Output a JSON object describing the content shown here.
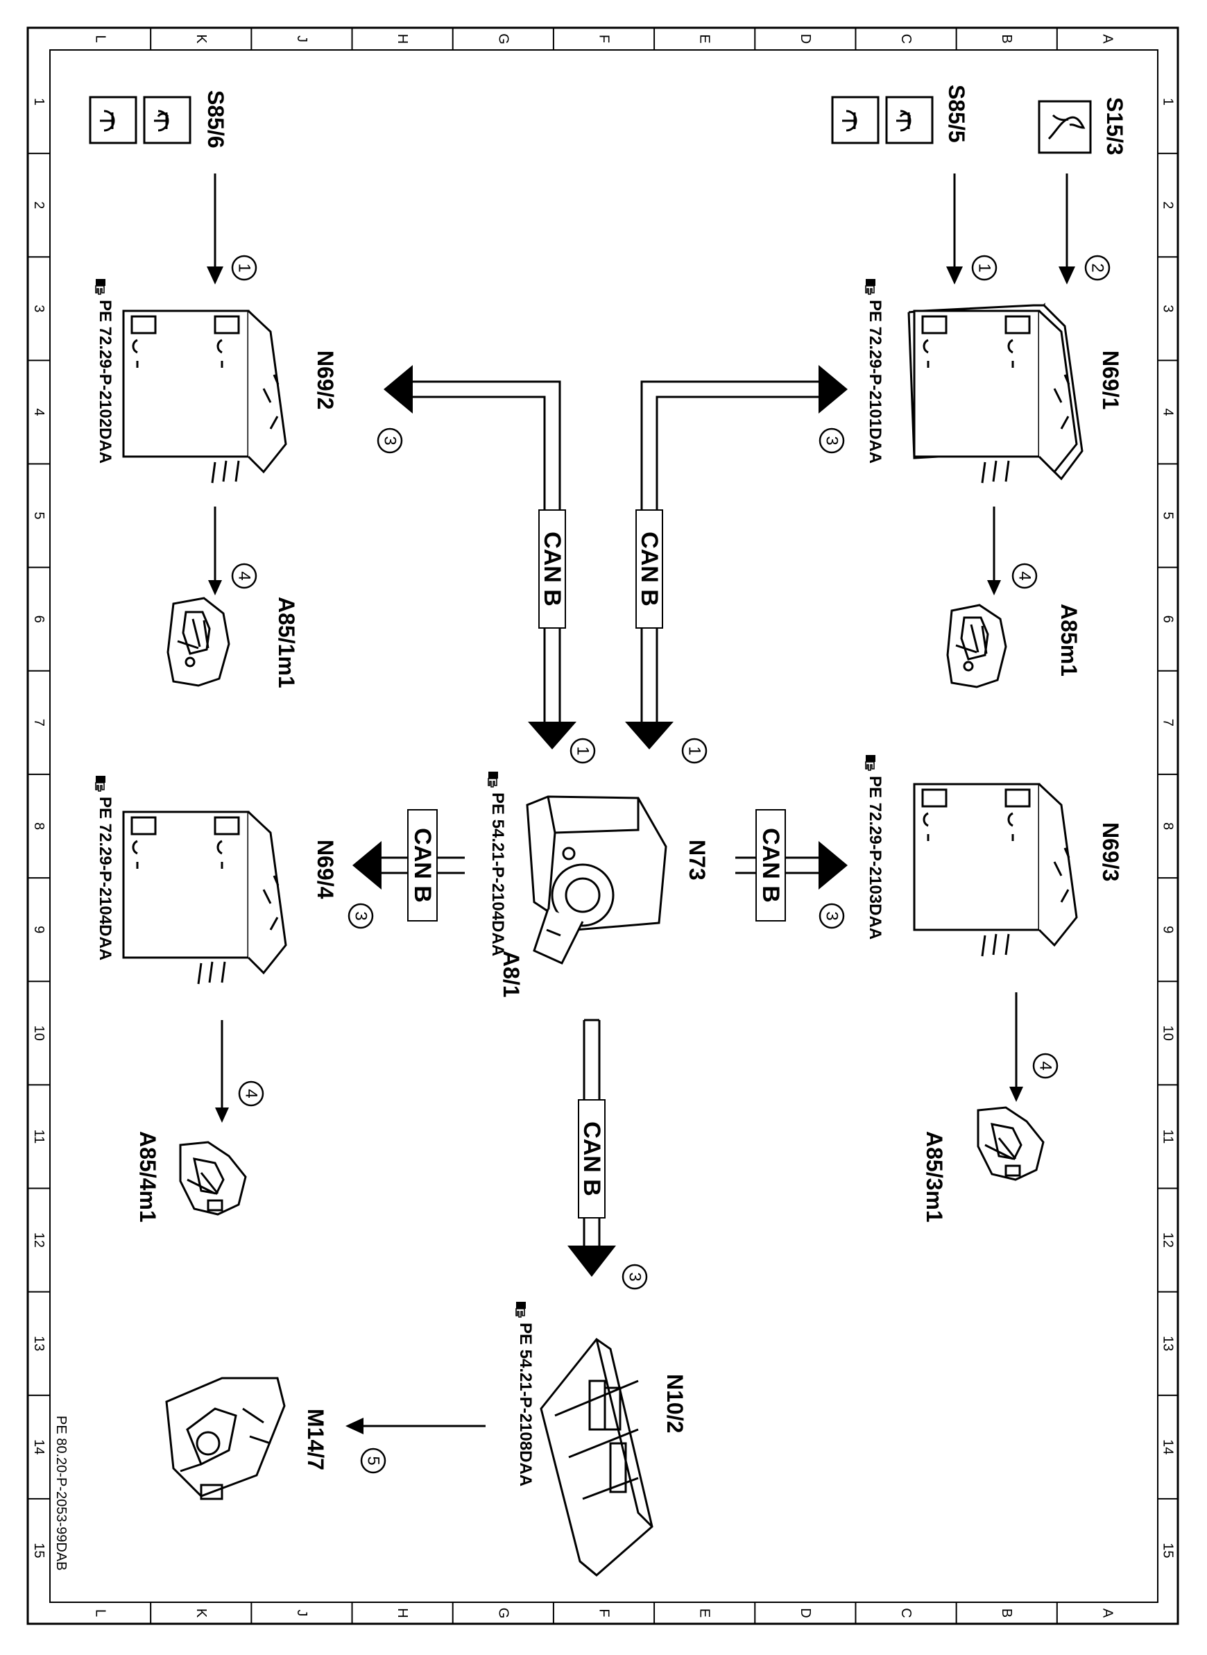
{
  "frame": {
    "cols": [
      "A",
      "B",
      "C",
      "D",
      "E",
      "F",
      "G",
      "H",
      "J",
      "K",
      "L"
    ],
    "rows": [
      "1",
      "2",
      "3",
      "4",
      "5",
      "6",
      "7",
      "8",
      "9",
      "10",
      "11",
      "12",
      "13",
      "14",
      "15"
    ]
  },
  "bus": {
    "label": "CAN B"
  },
  "components": {
    "s15_3": "S15/3",
    "s85_5": "S85/5",
    "s85_6": "S85/6",
    "n69_1": "N69/1",
    "n69_2": "N69/2",
    "n69_3": "N69/3",
    "n69_4": "N69/4",
    "a85m1": "A85m1",
    "a85_1m1": "A85/1m1",
    "a85_3m1": "A85/3m1",
    "a85_4m1": "A85/4m1",
    "n73": "N73",
    "a8_1": "A8/1",
    "n10_2": "N10/2",
    "m14_7": "M14/7"
  },
  "references": {
    "n69_1": "PE 72.29-P-2101DAA",
    "n69_2": "PE 72.29-P-2102DAA",
    "n69_3": "PE 72.29-P-2103DAA",
    "n69_4": "PE 72.29-P-2104DAA",
    "n73": "PE 54.21-P-2104DAA",
    "n10_2": "PE 54.21-P-2108DAA"
  },
  "steps": [
    "1",
    "2",
    "3",
    "4",
    "5"
  ],
  "document_id": "PE 80.20-P-2053-99DAB"
}
